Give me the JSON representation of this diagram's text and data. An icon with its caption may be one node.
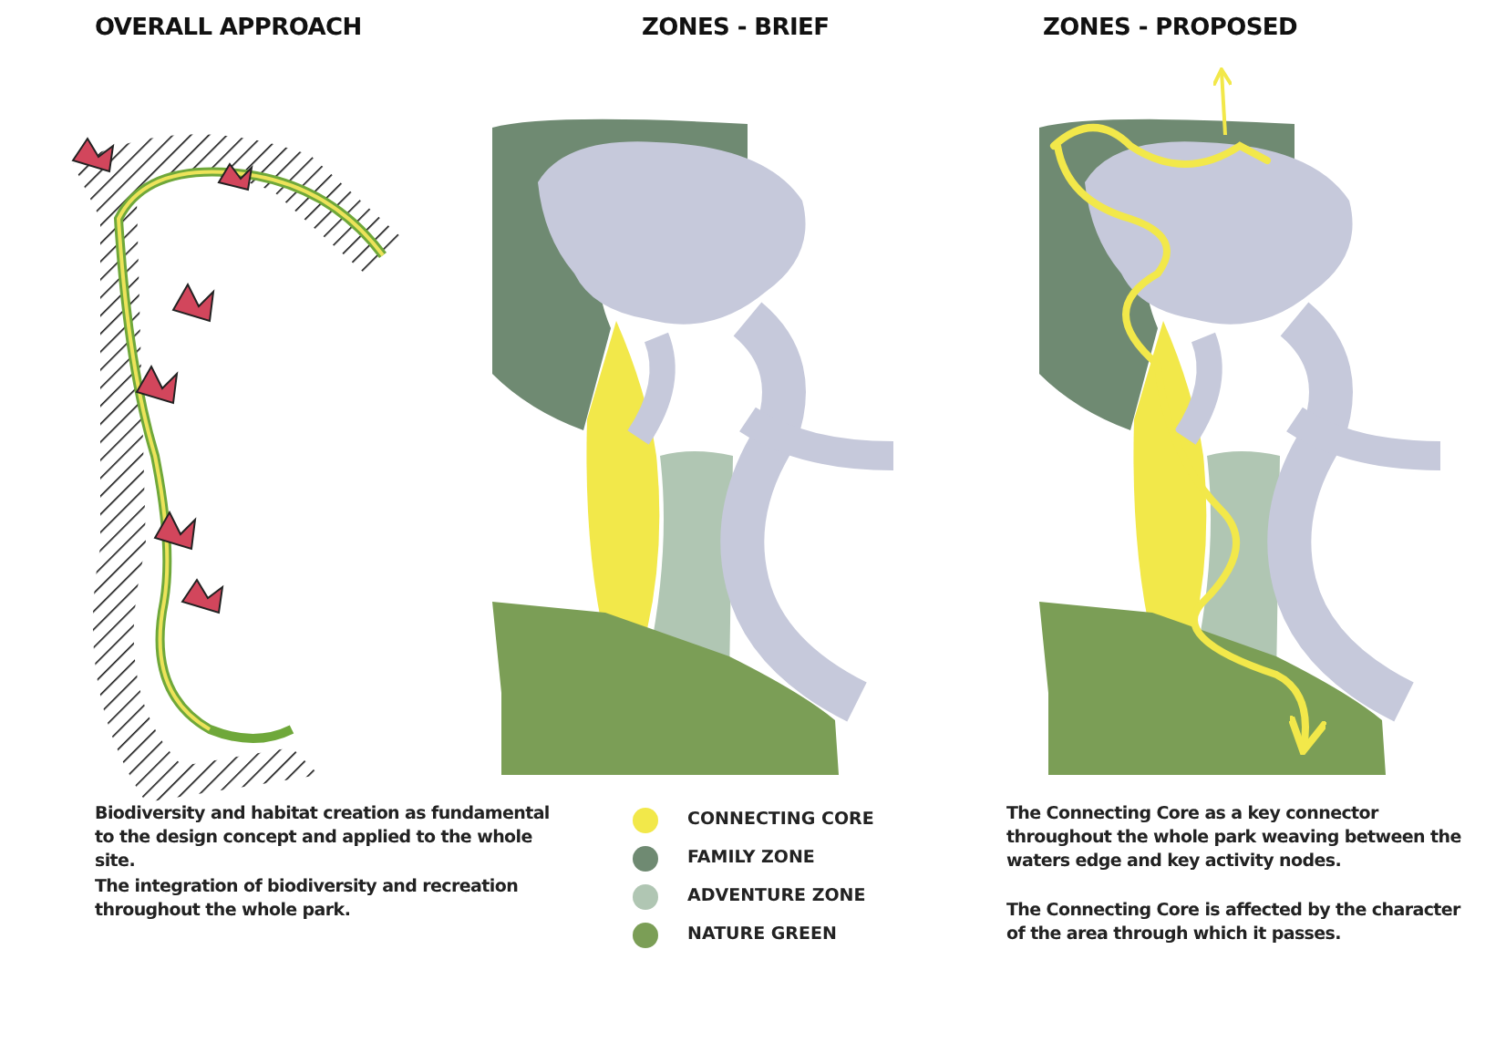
{
  "diagram": {
    "labels": [
      "OVERALL APPROACH",
      "ZONES - BRIEF",
      "ZONES - PROPOSED",
      "Biodiversity and habitat creation as fundamental to the design concept and applied to the whole site.",
      "The integration of biodiversity and recreation throughout the whole park.",
      "The Connecting Core as a key connector throughout the whole park weaving between the waters edge and key activity nodes.",
      "The Connecting Core is affected by the character of the area through which it passes."
    ],
    "legend": [
      {
        "text": "CONNECTING CORE",
        "color": "#f2e84a"
      },
      {
        "text": "FAMILY ZONE",
        "color": "#6f8a72"
      },
      {
        "text": "ADVENTURE ZONE",
        "color": "#b0c6b3"
      },
      {
        "text": "NATURE GREEN",
        "color": "#7b9e56"
      }
    ]
  }
}
